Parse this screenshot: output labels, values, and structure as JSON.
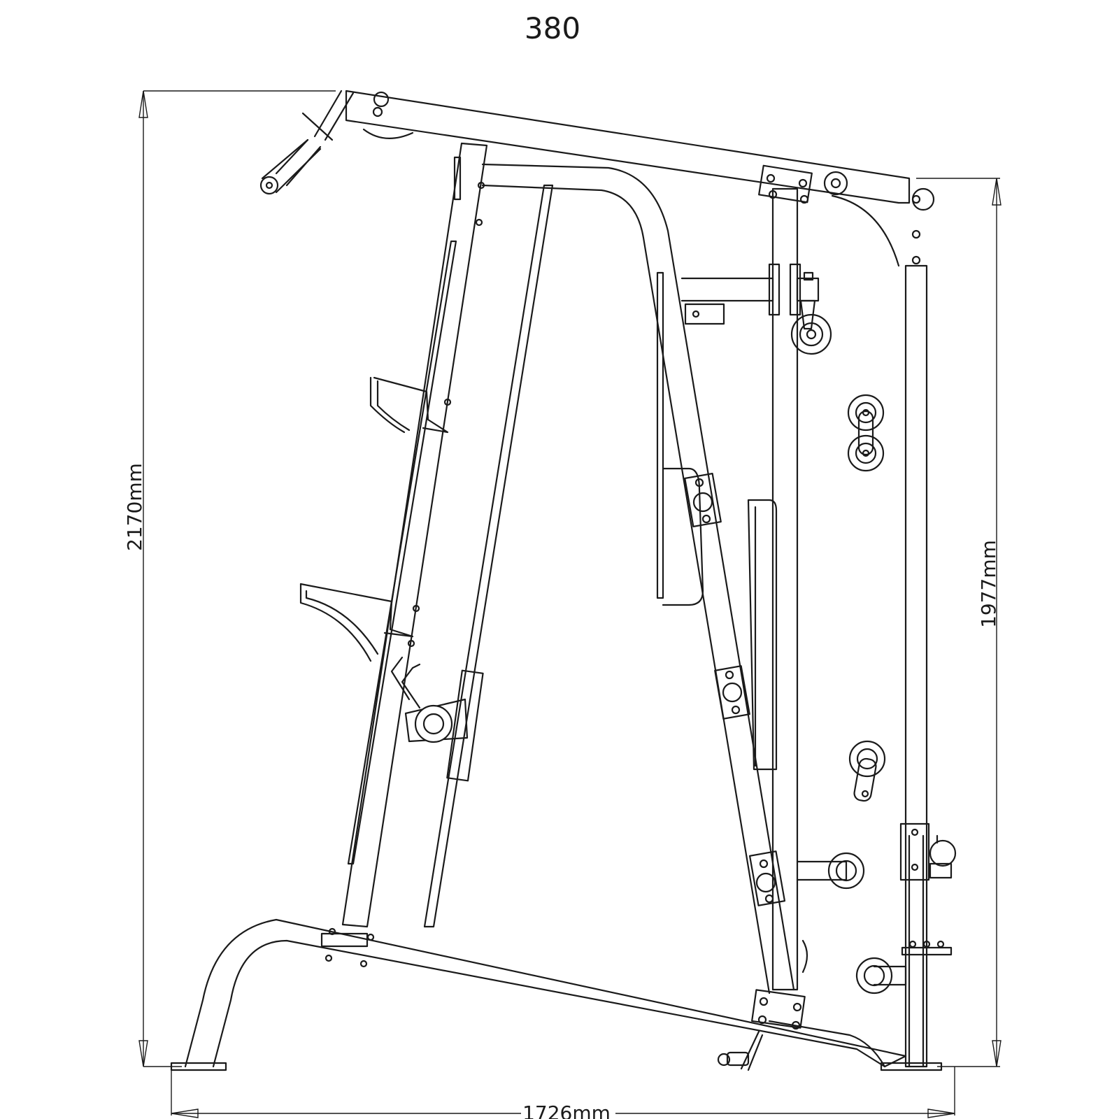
{
  "diagram": {
    "model_number": "380",
    "dimensions": {
      "overall_height": "2170mm",
      "rear_height": "1977mm",
      "length": "1726mm"
    }
  }
}
